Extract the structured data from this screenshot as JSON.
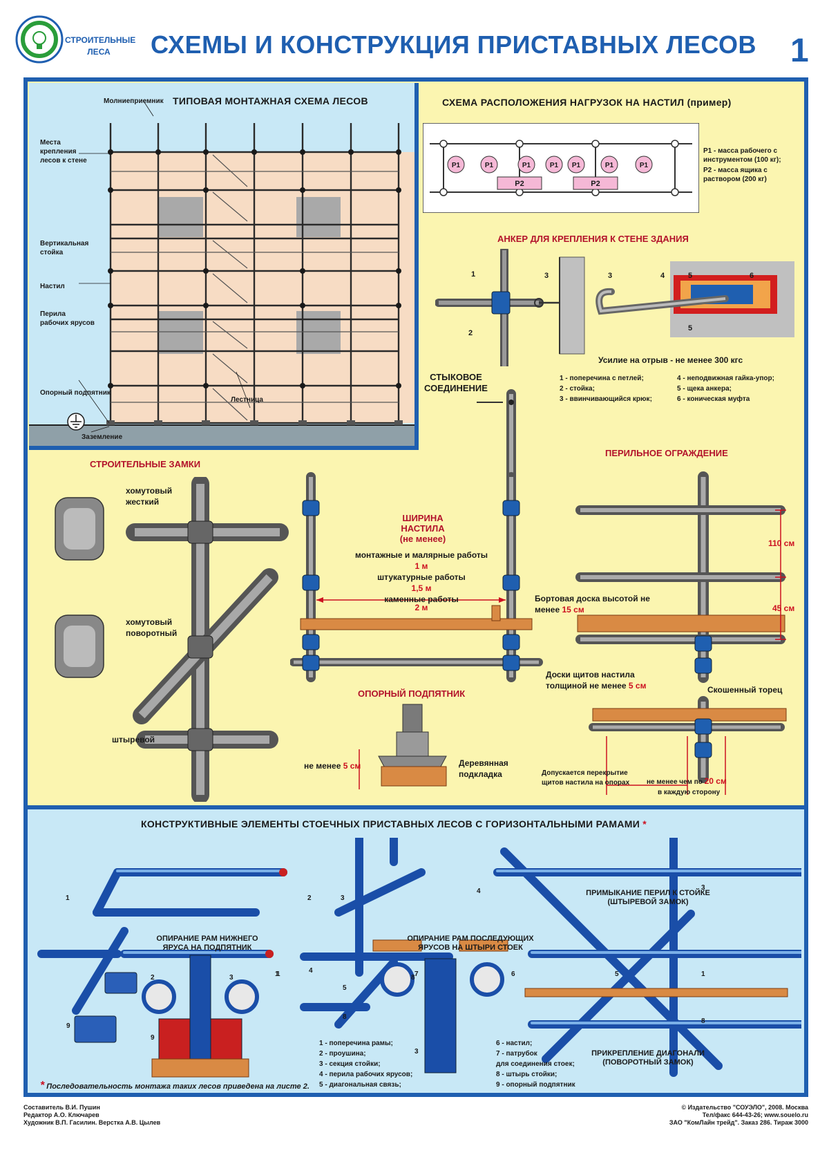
{
  "header": {
    "series_top": "СТРОИТЕЛЬНЫЕ",
    "series_bottom": "ЛЕСА",
    "title": "СХЕМЫ И КОНСТРУКЦИЯ ПРИСТАВНЫХ ЛЕСОВ",
    "sheet_number": "1"
  },
  "mount_scheme": {
    "title": "ТИПОВАЯ МОНТАЖНАЯ СХЕМА ЛЕСОВ",
    "labels": {
      "lightning": "Молниеприемник",
      "wall_mount": "Места крепления лесов к стене",
      "vertical": "Вертикальная стойка",
      "deck": "Настил",
      "rails": "Перила рабочих ярусов",
      "base": "Опорный подпятник",
      "ladder": "Лестница",
      "ground": "Заземление"
    }
  },
  "load_scheme": {
    "title": "СХЕМА РАСПОЛОЖЕНИЯ НАГРУЗОК НА НАСТИЛ",
    "title_note": "(пример)",
    "p1": "P1",
    "p2": "P2",
    "legend_p1": "P1 - масса рабочего с инструментом (100 кг);",
    "legend_p2": "P2 - масса ящика с раствором (200 кг)"
  },
  "anchor": {
    "title": "АНКЕР ДЛЯ КРЕПЛЕНИЯ К СТЕНЕ ЗДАНИЯ",
    "force": "Усилие на отрыв - не менее 300 кгс",
    "items": [
      "1 - поперечина с петлей;",
      "2 - стойка;",
      "3 - ввинчивающийся крюк;",
      "4 - неподвижная гайка-упор;",
      "5 - щека анкера;",
      "6 - коническая муфта"
    ],
    "nums": [
      "1",
      "2",
      "3",
      "4",
      "5",
      "6",
      "5"
    ]
  },
  "butt_joint": {
    "label": "СТЫКОВОЕ СОЕДИНЕНИЕ"
  },
  "locks": {
    "title": "СТРОИТЕЛЬНЫЕ ЗАМКИ",
    "rigid": "хомутовый жесткий",
    "swivel": "хомутовый поворотный",
    "pin": "штыревой"
  },
  "deck_width": {
    "title": "ШИРИНА НАСТИЛА",
    "subtitle": "(не менее)",
    "line1": "монтажные и малярные работы",
    "value1": "1 м",
    "line2": "штукатурные работы",
    "value2": "1,5 м",
    "line3": "каменные работы",
    "value3": "2 м",
    "board": "Бортовая доска высотой не менее",
    "board_value": "15 см",
    "planks": "Доски щитов настила толщиной не менее",
    "planks_value": "5 см"
  },
  "railing": {
    "title": "ПЕРИЛЬНОЕ ОГРАЖДЕНИЕ",
    "h1": "110 см",
    "h2": "45 см",
    "bevel": "Скошенный торец",
    "overlap": "Допускается перекрытие щитов настила на опорах",
    "overlap2": "не менее чем по",
    "overlap_value": "20 см",
    "overlap3": "в каждую сторону"
  },
  "base_plate": {
    "title": "ОПОРНЫЙ ПОДПЯТНИК",
    "min": "не менее",
    "min_value": "5 см",
    "wood": "Деревянная подкладка"
  },
  "elements": {
    "title": "КОНСТРУКТИВНЫЕ ЭЛЕМЕНТЫ СТОЕЧНЫХ ПРИСТАВНЫХ ЛЕСОВ С ГОРИЗОНТАЛЬНЫМИ РАМАМИ",
    "star": "*",
    "lower": "ОПИРАНИЕ РАМ НИЖНЕГО ЯРУСА НА ПОДПЯТНИК",
    "upper": "ОПИРАНИЕ РАМ ПОСЛЕДУЮЩИХ ЯРУСОВ НА ШТЫРИ СТОЕК",
    "rail_join": "ПРИМЫКАНИЕ ПЕРИЛ К СТОЙКЕ (ШТЫРЕВОЙ ЗАМОК)",
    "diag": "ПРИКРЕПЛЕНИЕ ДИАГОНАЛИ (ПОВОРОТНЫЙ ЗАМОК)",
    "legend_left": [
      "1 - поперечина рамы;",
      "2 - проушина;",
      "3 - секция стойки;",
      "4 - перила рабочих ярусов;",
      "5 - диагональная связь;"
    ],
    "legend_right": [
      "6 - настил;",
      "7 - патрубок",
      "для соединения стоек;",
      "8 - штырь стойки;",
      "9 - опорный подпятник"
    ],
    "footnote": "Последовательность монтажа таких лесов приведена на листе 2."
  },
  "footer": {
    "compiler": "Составитель В.И. Пушин",
    "editor": "Редактор А.О. Ключарев",
    "artist": "Художник В.П. Гасилин. Верстка А.В. Цылев",
    "publisher": "© Издательство \"СОУЭЛО\", 2008. Москва",
    "contacts": "Тел/факс 644-43-26; www.souelo.ru",
    "print": "ЗАО \"КомЛайн трейд\". Заказ 286. Тираж 3000"
  },
  "colors": {
    "brand": "#1f5fb0",
    "accent": "#cc1020",
    "yellow": "#fbf5b0",
    "light_blue": "#c8e8f6"
  }
}
